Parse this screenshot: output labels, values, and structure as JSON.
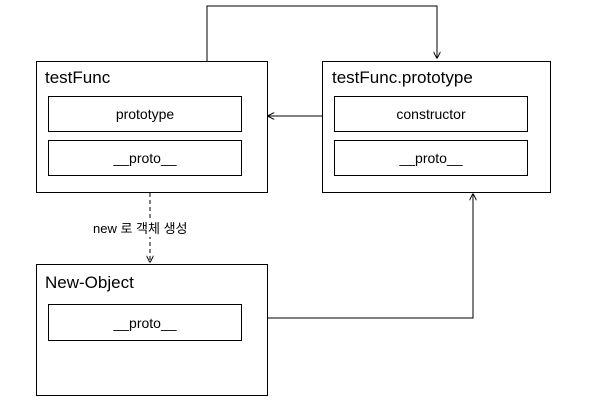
{
  "nodes": {
    "testfunc": {
      "title": "testFunc",
      "slots": [
        "prototype",
        "__proto__"
      ]
    },
    "testfunc_prototype": {
      "title": "testFunc.prototype",
      "slots": [
        "constructor",
        "__proto__"
      ]
    },
    "new_object": {
      "title": "New-Object",
      "slots": [
        "__proto__"
      ]
    }
  },
  "edges": {
    "new_label": "new 로 객체 생성"
  }
}
